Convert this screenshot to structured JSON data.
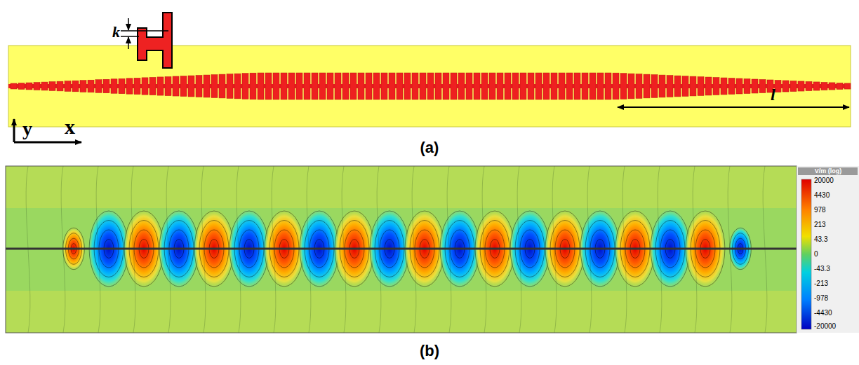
{
  "diagram": {
    "labels": [
      "k",
      "l",
      "y",
      "x",
      "(a)",
      "(b)",
      "V/m (log)",
      "20000",
      "4430",
      "978",
      "213",
      "43.3",
      "0",
      "-43.3",
      "-213",
      "-978",
      "-4430",
      "-20000"
    ]
  }
}
